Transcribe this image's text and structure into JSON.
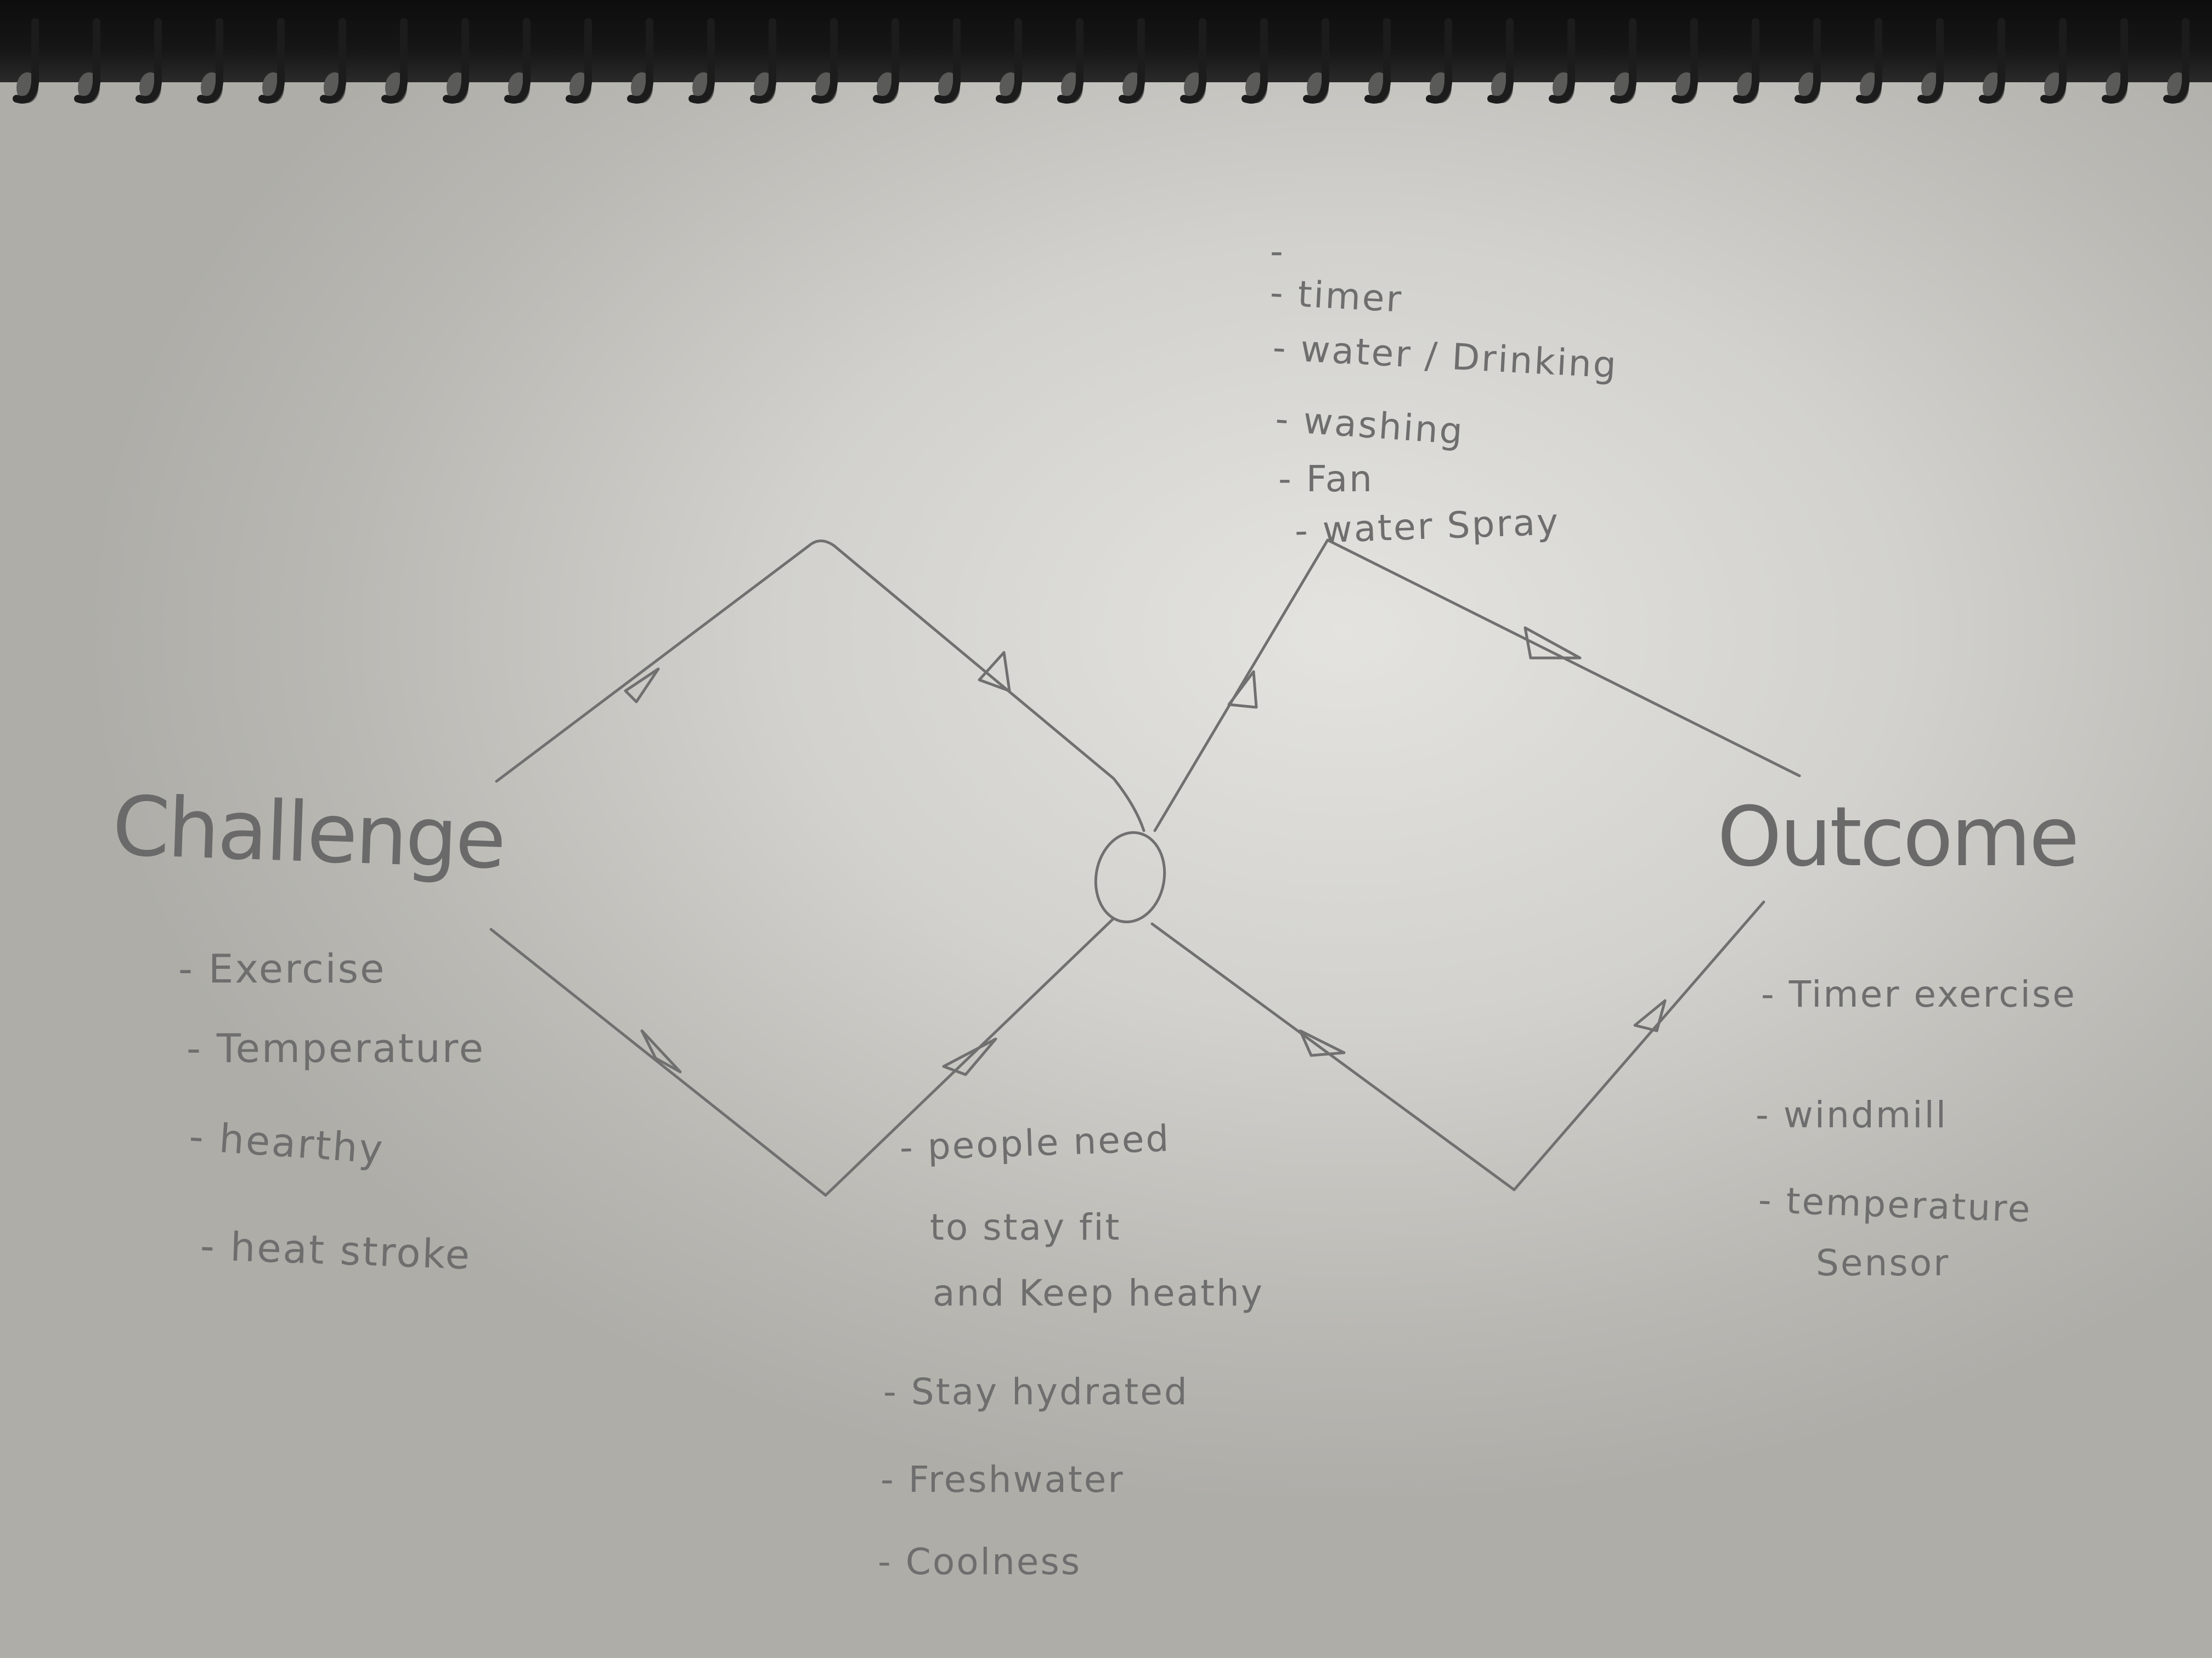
{
  "diagram": {
    "challenge": {
      "title": "Challenge",
      "items": [
        "- Exercise",
        "- Temperature",
        "- hearthy",
        "- heat stroke"
      ]
    },
    "outcome": {
      "title": "Outcome",
      "items": [
        "- Timer exercise",
        "- windmill",
        "- temperature",
        "Sensor"
      ]
    },
    "top_ideas": {
      "items": [
        "-",
        "- timer",
        "- water / Drinking",
        "- washing",
        "- Fan",
        "- water Spray"
      ]
    },
    "middle_notes": {
      "lines": [
        "- people need",
        "to stay fit",
        "and Keep heathy"
      ],
      "items": [
        "- Stay hydrated",
        "- Freshwater",
        "- Coolness"
      ]
    }
  },
  "colors": {
    "pencil": "#707070",
    "paper": "#d2d1cd",
    "background": "#1a1a1a"
  }
}
